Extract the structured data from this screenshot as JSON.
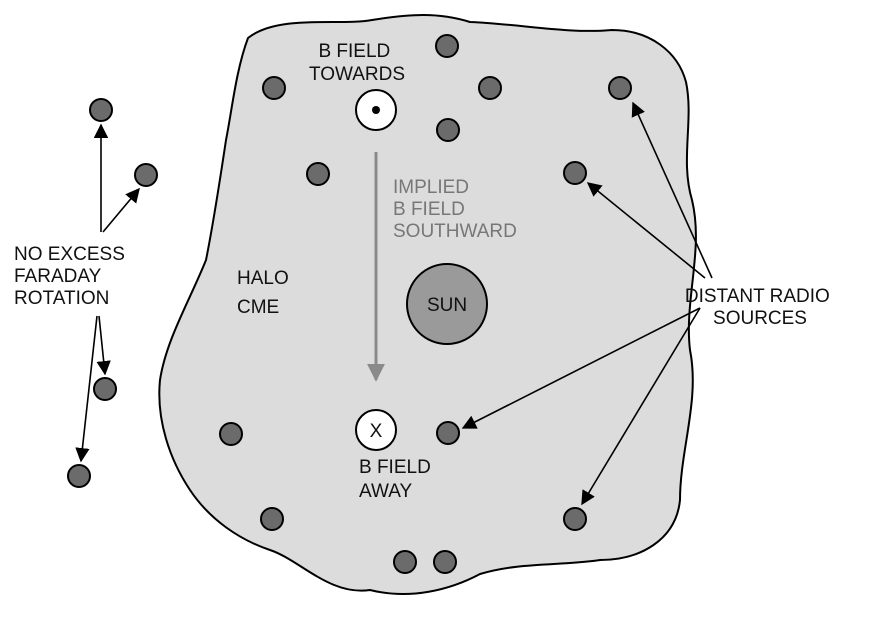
{
  "labels": {
    "b_field_towards": [
      "B FIELD",
      "TOWARDS"
    ],
    "implied_field": [
      "IMPLIED",
      "B FIELD",
      "SOUTHWARD"
    ],
    "halo_cme": [
      "HALO",
      "CME"
    ],
    "sun": "SUN",
    "distant_radio_sources": [
      "DISTANT RADIO",
      "SOURCES"
    ],
    "no_excess_faraday": [
      "NO EXCESS",
      "FARADAY",
      "ROTATION"
    ],
    "b_field_away": [
      "B FIELD",
      "AWAY"
    ],
    "away_symbol": "X"
  },
  "colors": {
    "cme_fill": "#dcdcdc",
    "source_fill": "#6b6b6b",
    "sun_fill": "#9a9a9a",
    "implied_arrow": "#8a8a8a",
    "implied_text": "#777777"
  },
  "icons": {
    "towards": "dot-in-circle",
    "away": "x-in-circle"
  }
}
